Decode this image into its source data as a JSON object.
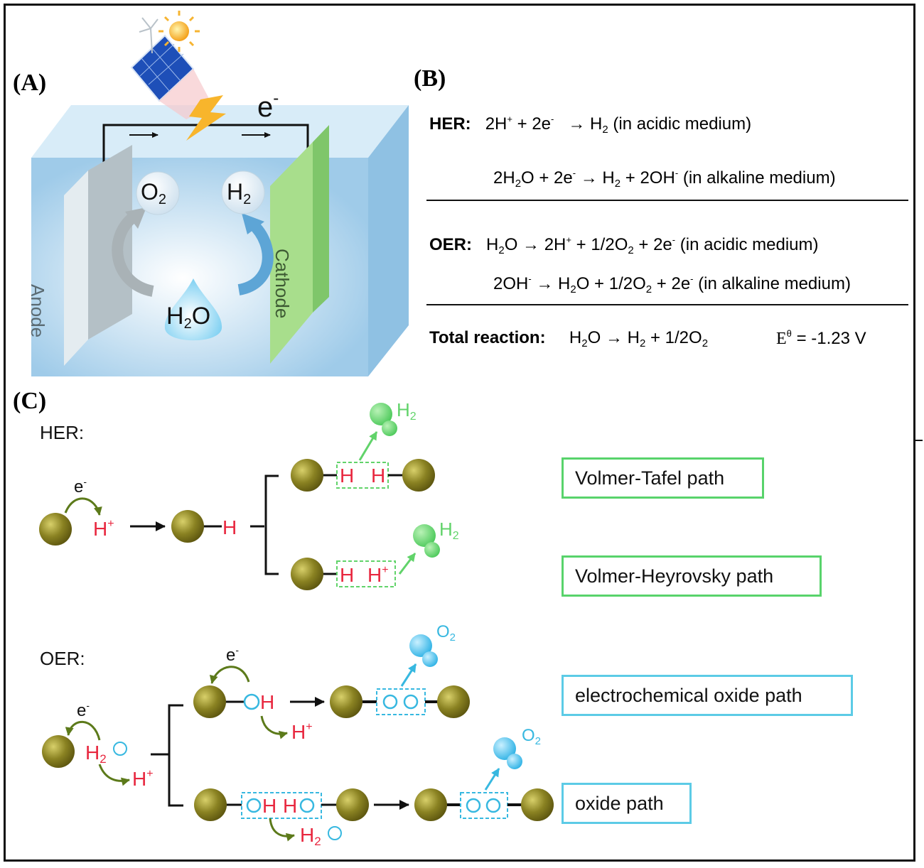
{
  "panels": {
    "a": "(A)",
    "b": "(B)",
    "c": "(C)"
  },
  "panel_a": {
    "electron": "e",
    "electron_sup": "-",
    "o2": "O",
    "o2_sub": "2",
    "h2": "H",
    "h2_sub": "2",
    "water": "H",
    "water_sub": "2",
    "water_tail": "O",
    "anode": "Anode",
    "cathode": "Cathode"
  },
  "panel_b": {
    "her_label": "HER:",
    "her_acid": [
      "2H",
      "+",
      " + 2e",
      "-",
      "  → H",
      "2",
      "  (in acidic medium)"
    ],
    "her_alk": [
      "2H",
      "2",
      "O + 2e",
      "-",
      " → H",
      "2",
      " + 2OH",
      "-",
      "  (in alkaline medium)"
    ],
    "oer_label": "OER:",
    "oer_acid": [
      "H",
      "2",
      "O  → 2H",
      "+",
      " + 1/2O",
      "2",
      " + 2e",
      "-",
      "  (in acidic medium)"
    ],
    "oer_alk": [
      "2OH",
      "-",
      " →  H",
      "2",
      "O + 1/2O",
      "2",
      " + 2e",
      "-",
      " (in alkaline medium)"
    ],
    "total_label": "Total reaction:",
    "total_eq": [
      "H",
      "2",
      "O → H",
      "2",
      " + 1/2O",
      "2"
    ],
    "potential": [
      "E",
      "θ",
      " = -1.23 V"
    ]
  },
  "panel_c": {
    "her_title": "HER:",
    "oer_title": "OER:",
    "e": "e",
    "e_sup": "-",
    "h": "H",
    "hplus_sup": "+",
    "h2_main": "H",
    "h2_sub": "2",
    "o": "O",
    "o2_sub": "2",
    "water_h": "H",
    "water_sub": "2",
    "water_o": "O",
    "paths": {
      "volmer_tafel": "Volmer-Tafel path",
      "volmer_heyrovsky": "Volmer-Heyrovsky  path",
      "electrochemical_oxide": "electrochemical oxide  path",
      "oxide": "oxide path"
    }
  },
  "colors": {
    "sphere": "#837c1e",
    "hydrogen_red": "#e8273f",
    "h2_green": "#61d36a",
    "oxygen_cyan": "#37b8e0",
    "arrow_green": "#5c7a1a",
    "anode": "#aab6bd",
    "cathode": "#a8de8c",
    "tank": "#cfe6f5"
  }
}
